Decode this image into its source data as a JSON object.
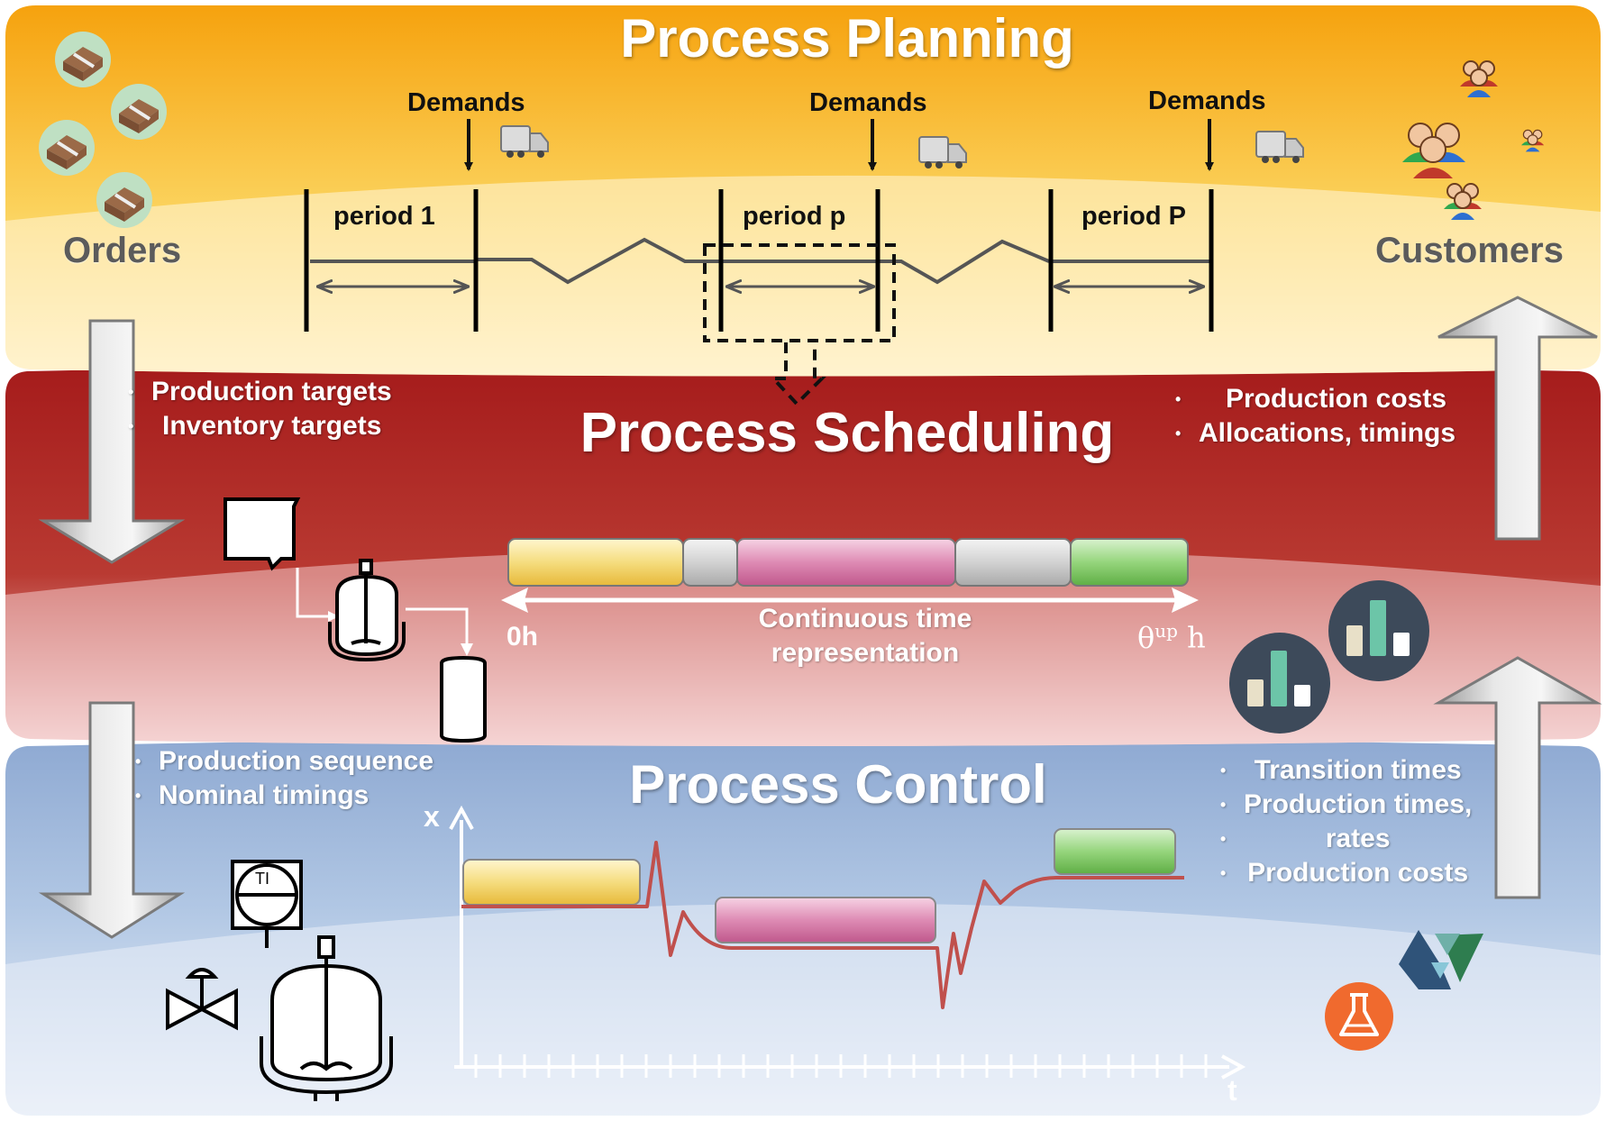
{
  "planning": {
    "title": "Process Planning",
    "orders_label": "Orders",
    "customers_label": "Customers",
    "demand_labels": [
      "Demands",
      "Demands",
      "Demands"
    ],
    "period_labels": [
      "period 1",
      "period p",
      "period P"
    ]
  },
  "scheduling": {
    "title": "Process Scheduling",
    "inputs": [
      "Production targets",
      "Inventory targets"
    ],
    "outputs": [
      "Production costs",
      "Allocations, timings"
    ],
    "time_start": "0h",
    "time_end": "θup h",
    "time_caption": [
      "Continuous time",
      "representation"
    ]
  },
  "control": {
    "title": "Process Control",
    "inputs": [
      "Production sequence",
      "Nominal timings"
    ],
    "outputs": [
      "Transition times",
      "Production times,",
      "rates",
      "Production costs"
    ],
    "axis_x": "x",
    "axis_t": "t",
    "indicator_label": "TI"
  },
  "colors": {
    "planning": "#f7a814",
    "scheduling": "#a71f1f",
    "control": "#7f9fcc",
    "bar_yellow": "#f2d26a",
    "bar_grey": "#c8c8c8",
    "bar_pink": "#d77aa8",
    "bar_green": "#7fc96a",
    "trajectory": "#c0504d"
  }
}
